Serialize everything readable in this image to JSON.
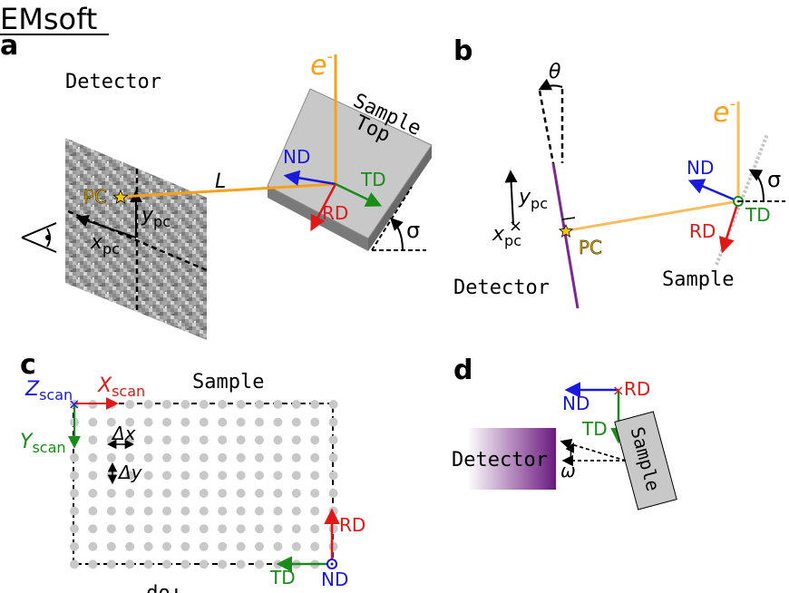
{
  "header": {
    "brand": "EMsoft"
  },
  "panels": {
    "a": {
      "label": "a",
      "detector": "Detector",
      "electron": "e",
      "electron_sup": "-",
      "sample_word1": "Sample",
      "sample_word2": "Top",
      "nd": "ND",
      "td": "TD",
      "rd": "RD",
      "L": "L",
      "pc": "PC",
      "y": "y",
      "x": "x",
      "pc_sub": "pc",
      "sigma": "σ"
    },
    "b": {
      "label": "b",
      "theta": "θ",
      "electron": "e",
      "electron_sup": "-",
      "nd": "ND",
      "td": "TD",
      "rd": "RD",
      "sigma": "σ",
      "y": "y",
      "x": "x",
      "pc_sub": "pc",
      "pc": "PC",
      "detector": "Detector",
      "sample": "Sample"
    },
    "c": {
      "label": "c",
      "z": "Z",
      "x": "X",
      "y": "Y",
      "scan_sub": "scan",
      "sample": "Sample",
      "dx": "Δx",
      "dy": "Δy",
      "rd": "RD",
      "td": "TD",
      "nd": "ND",
      "top": "Top"
    },
    "d": {
      "label": "d",
      "nd": "ND",
      "rd": "RD",
      "td": "TD",
      "detector": "Detector",
      "sample": "Sample",
      "omega": "ω"
    }
  },
  "colors": {
    "orange": "#f7a11a",
    "blue": "#1a1adc",
    "green": "#1a8c1a",
    "red": "#e01818",
    "purple": "#7b2a8c",
    "gold": "#c9a000",
    "gray_dot": "#c8c8c8"
  }
}
